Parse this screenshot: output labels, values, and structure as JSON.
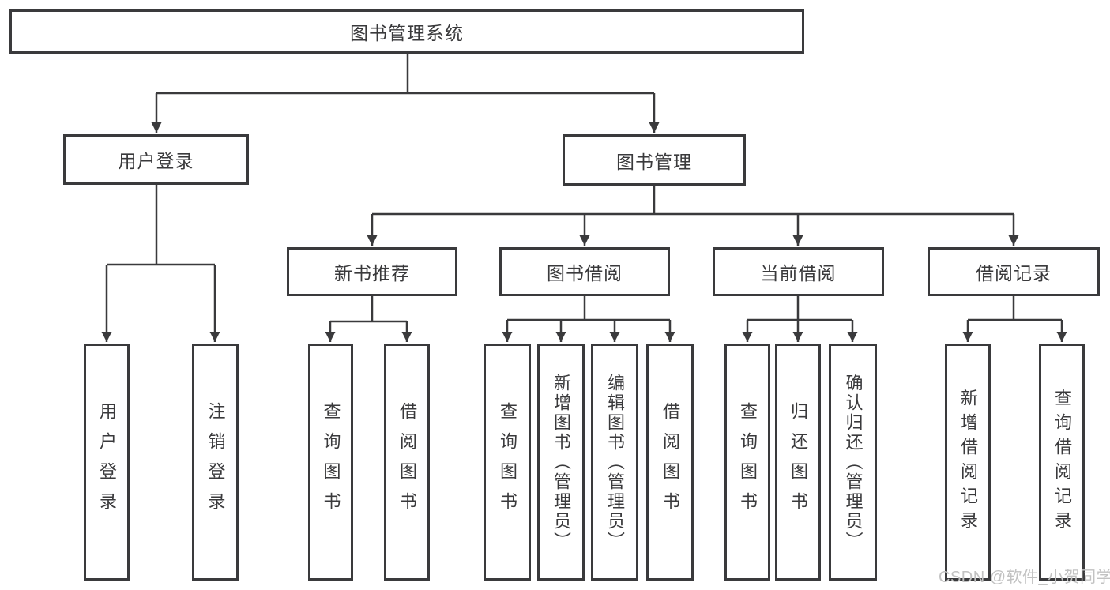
{
  "tree": {
    "label": "图书管理系统",
    "children": [
      {
        "label": "用户登录",
        "children": [
          {
            "label": "用户登录"
          },
          {
            "label": "注销登录"
          }
        ]
      },
      {
        "label": "图书管理",
        "children": [
          {
            "label": "新书推荐",
            "children": [
              {
                "label": "查询图书"
              },
              {
                "label": "借阅图书"
              }
            ]
          },
          {
            "label": "图书借阅",
            "children": [
              {
                "label": "查询图书"
              },
              {
                "label": "新增图书（管理员）"
              },
              {
                "label": "编辑图书（管理员）"
              },
              {
                "label": "借阅图书"
              }
            ]
          },
          {
            "label": "当前借阅",
            "children": [
              {
                "label": "查询图书"
              },
              {
                "label": "归还图书"
              },
              {
                "label": "确认归还（管理员）"
              }
            ]
          },
          {
            "label": "借阅记录",
            "children": [
              {
                "label": "新增借阅记录"
              },
              {
                "label": "查询借阅记录"
              }
            ]
          }
        ]
      }
    ]
  },
  "watermark": "CSDN @软件_小贺同学",
  "colors": {
    "line": "#3a3a3c",
    "text": "#3a3a3c",
    "watermark": "#c2c2c2",
    "background": "#ffffff"
  }
}
